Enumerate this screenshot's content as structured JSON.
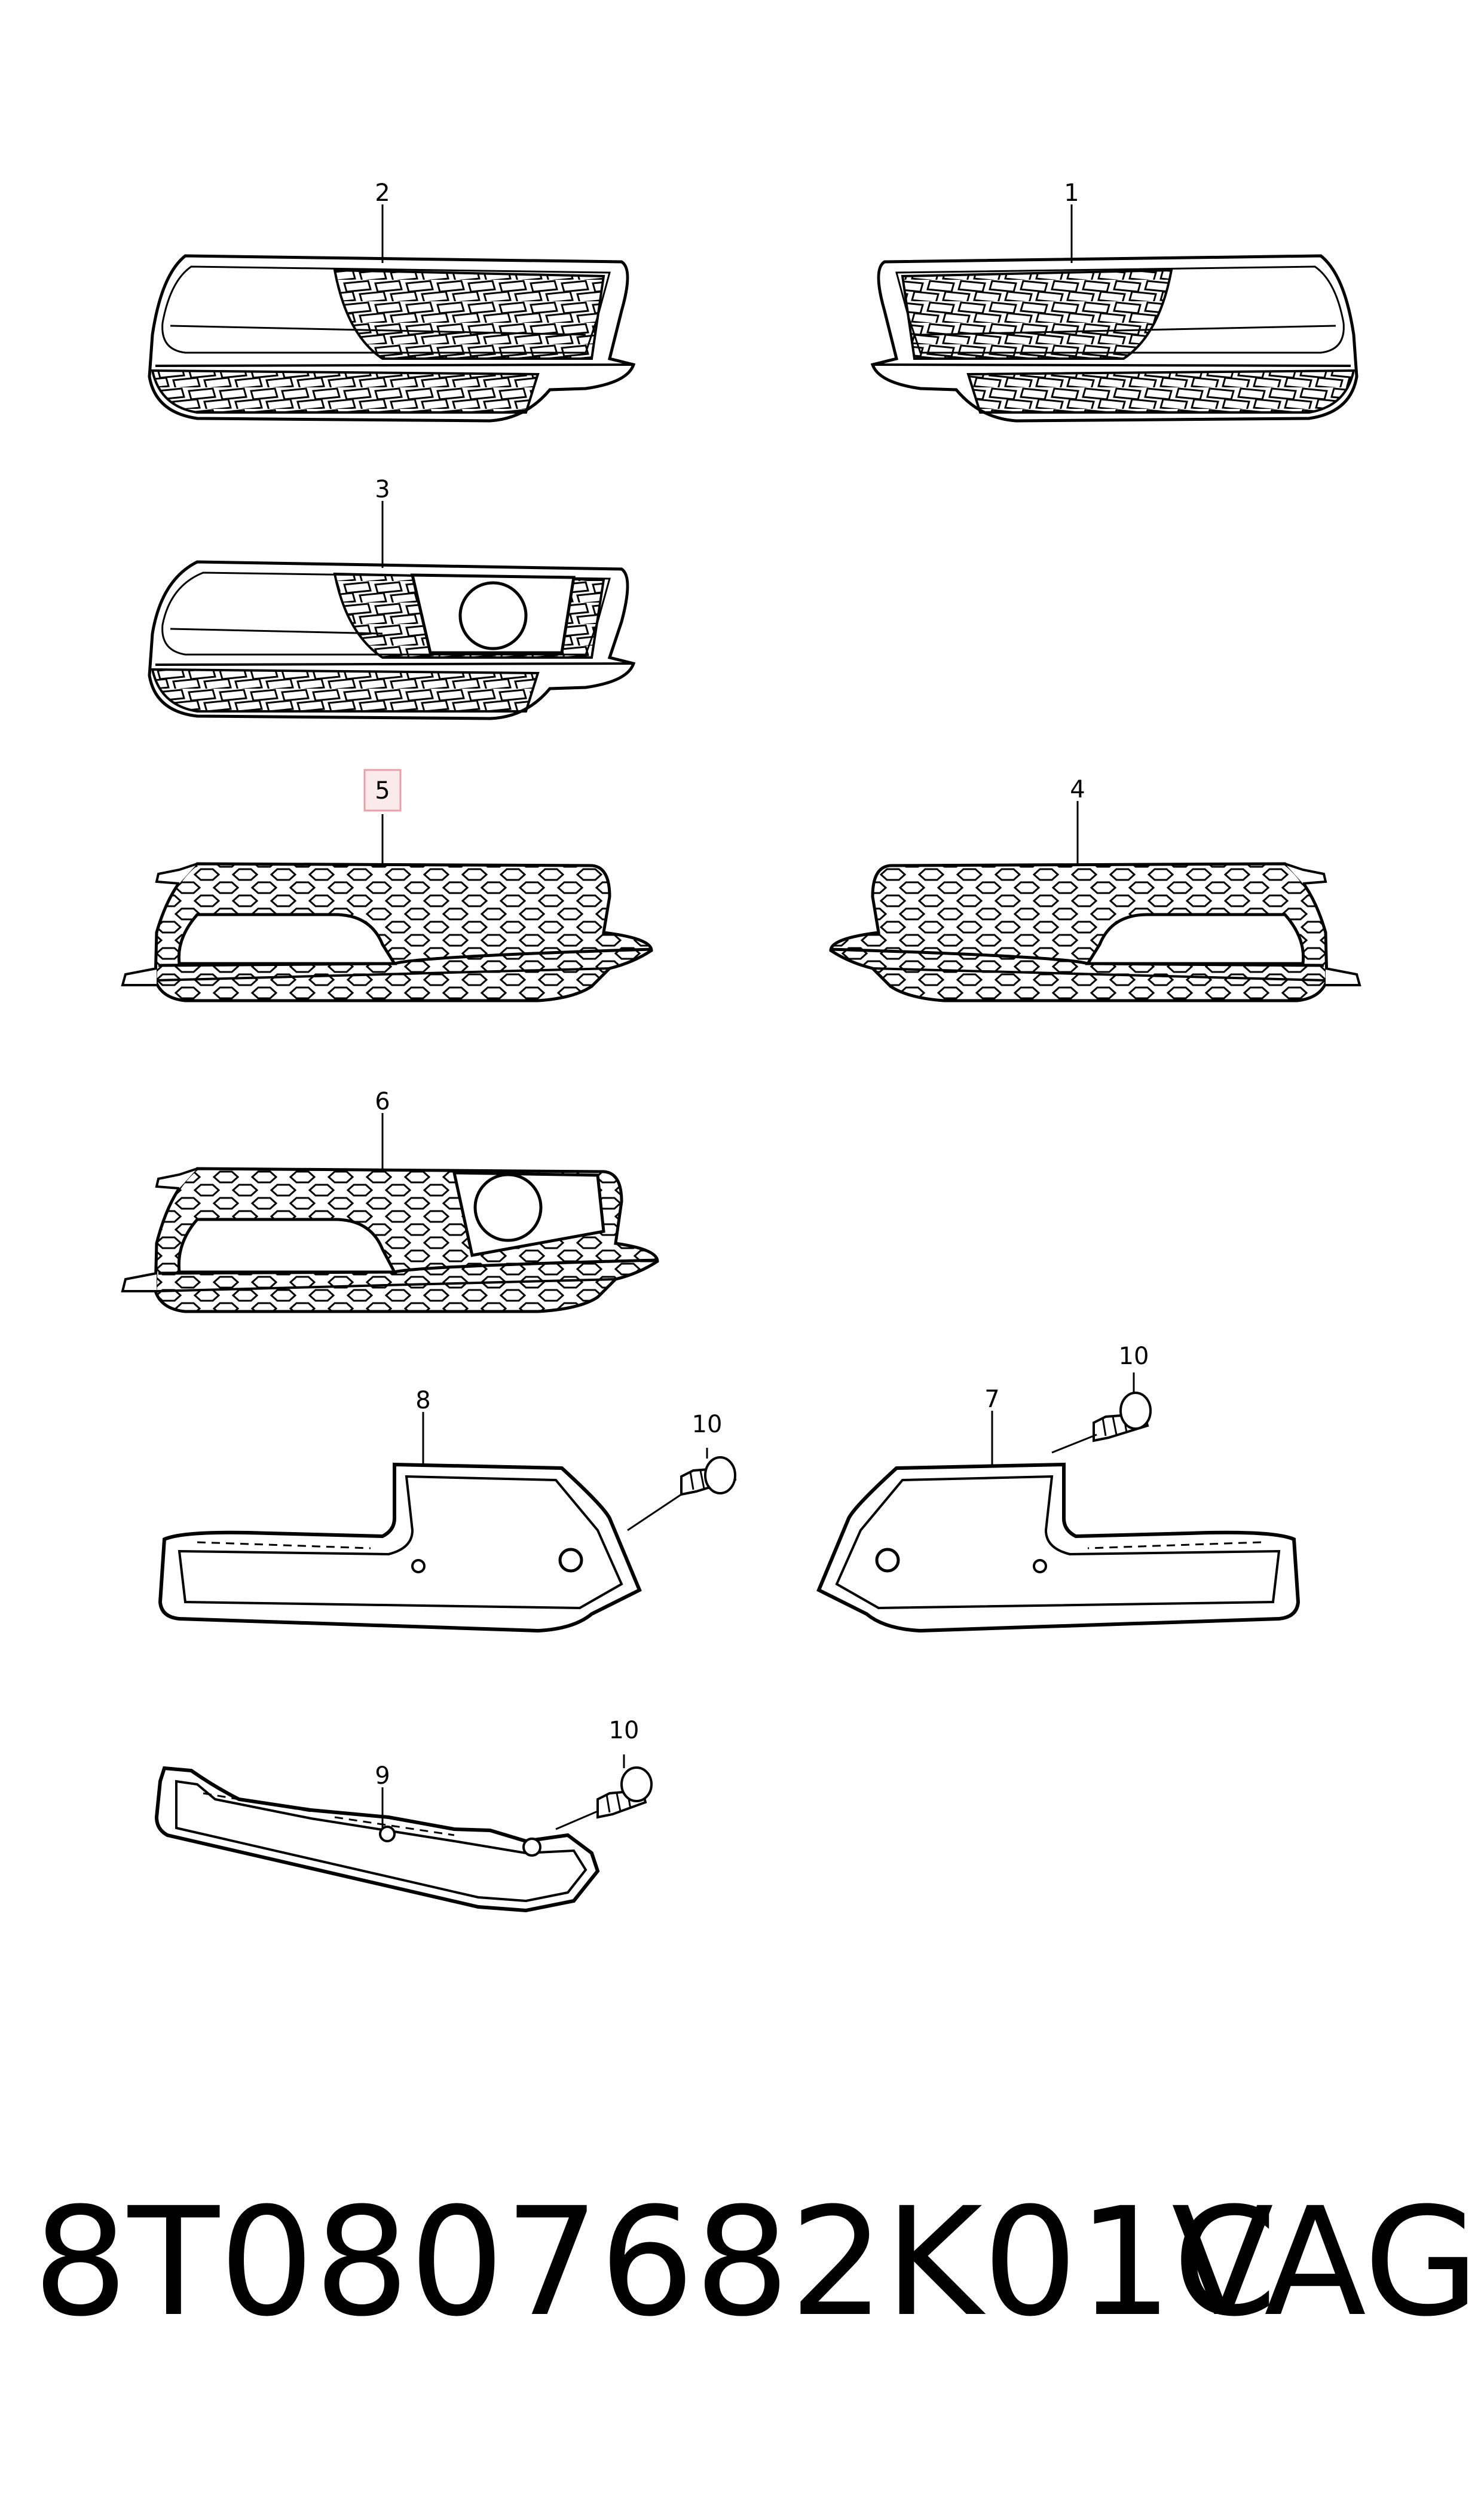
{
  "diagram": {
    "labels": {
      "p1": "1",
      "p2": "2",
      "p3": "3",
      "p4": "4",
      "p5": "5",
      "p6": "6",
      "p7": "7",
      "p8": "8",
      "p9": "9",
      "p10a": "10",
      "p10b": "10",
      "p10c": "10"
    },
    "highlighted_label": "5",
    "highlight_color": "#e8a0a8"
  },
  "footer": {
    "part_number": "8T0807682K01C",
    "brand": "VAG"
  }
}
